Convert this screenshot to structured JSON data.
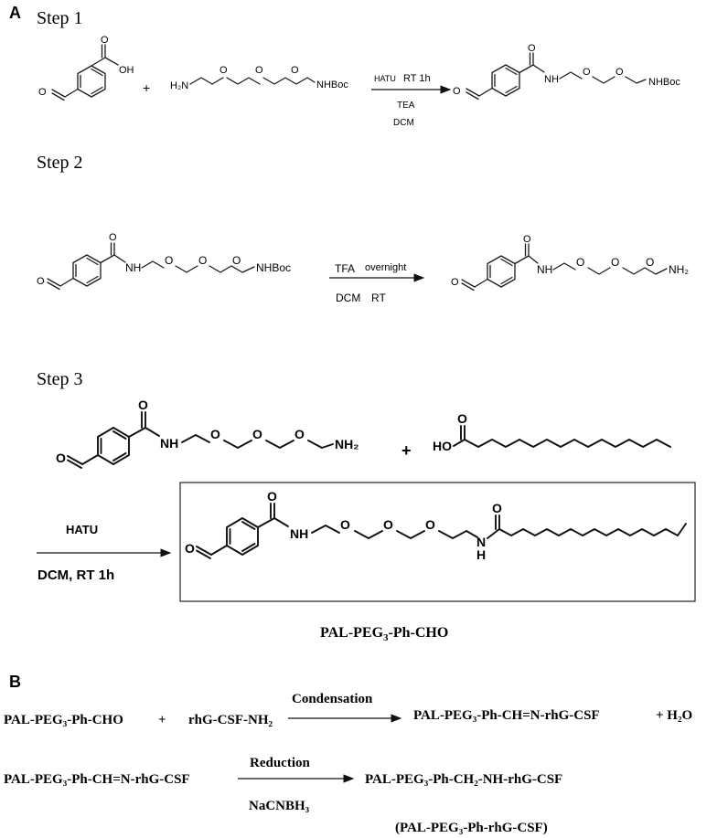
{
  "panels": {
    "a_label": "A",
    "b_label": "B"
  },
  "step1": {
    "label": "Step 1",
    "cooh": "OH",
    "ald_o": "O",
    "plus": "+",
    "amine_left": "H₂N",
    "ether_o": "O",
    "nhboc": "NHBoc",
    "reagent_top_1": "HATU",
    "reagent_top_2": "RT 1h",
    "reagent_bottom_1": "TEA",
    "reagent_bottom_2": "DCM",
    "prod_nh": "NH",
    "prod_nhboc": "NHBoc"
  },
  "step2": {
    "label": "Step 2",
    "nh": "NH",
    "nhboc": "NHBoc",
    "reagent_top_1": "TFA",
    "reagent_top_2": "overnight",
    "reagent_bottom_1": "DCM",
    "reagent_bottom_2": "RT",
    "prod_nh": "NH",
    "prod_nh2": "NH₂"
  },
  "step3": {
    "label": "Step 3",
    "nh": "NH",
    "nh2": "NH₂",
    "plus": "+",
    "acid_ho": "HO",
    "reagent_top": "HATU",
    "reagent_bottom": "DCM, RT 1h",
    "prod_nh": "NH",
    "prod_amide_n": "N",
    "prod_amide_h": "H",
    "product_name_main": "PAL-PEG",
    "product_name_sub": "3",
    "product_name_tail": "-Ph-CHO"
  },
  "sectionB": {
    "r1_reactant1": "PAL-PEG₃-Ph-CHO",
    "r1_plus": "+",
    "r1_reactant2": "rhG-CSF-NH₂",
    "r1_condition": "Condensation",
    "r1_product": "PAL-PEG₃-Ph-CH=N-rhG-CSF",
    "r1_byproduct": "+ H₂O",
    "r2_reactant": "PAL-PEG₃-Ph-CH=N-rhG-CSF",
    "r2_condition_top": "Reduction",
    "r2_condition_bottom": "NaCNBH₃",
    "r2_product": "PAL-PEG₃-Ph-CH₂-NH-rhG-CSF",
    "r2_product_alias": "(PAL-PEG₃-Ph-rhG-CSF)"
  }
}
